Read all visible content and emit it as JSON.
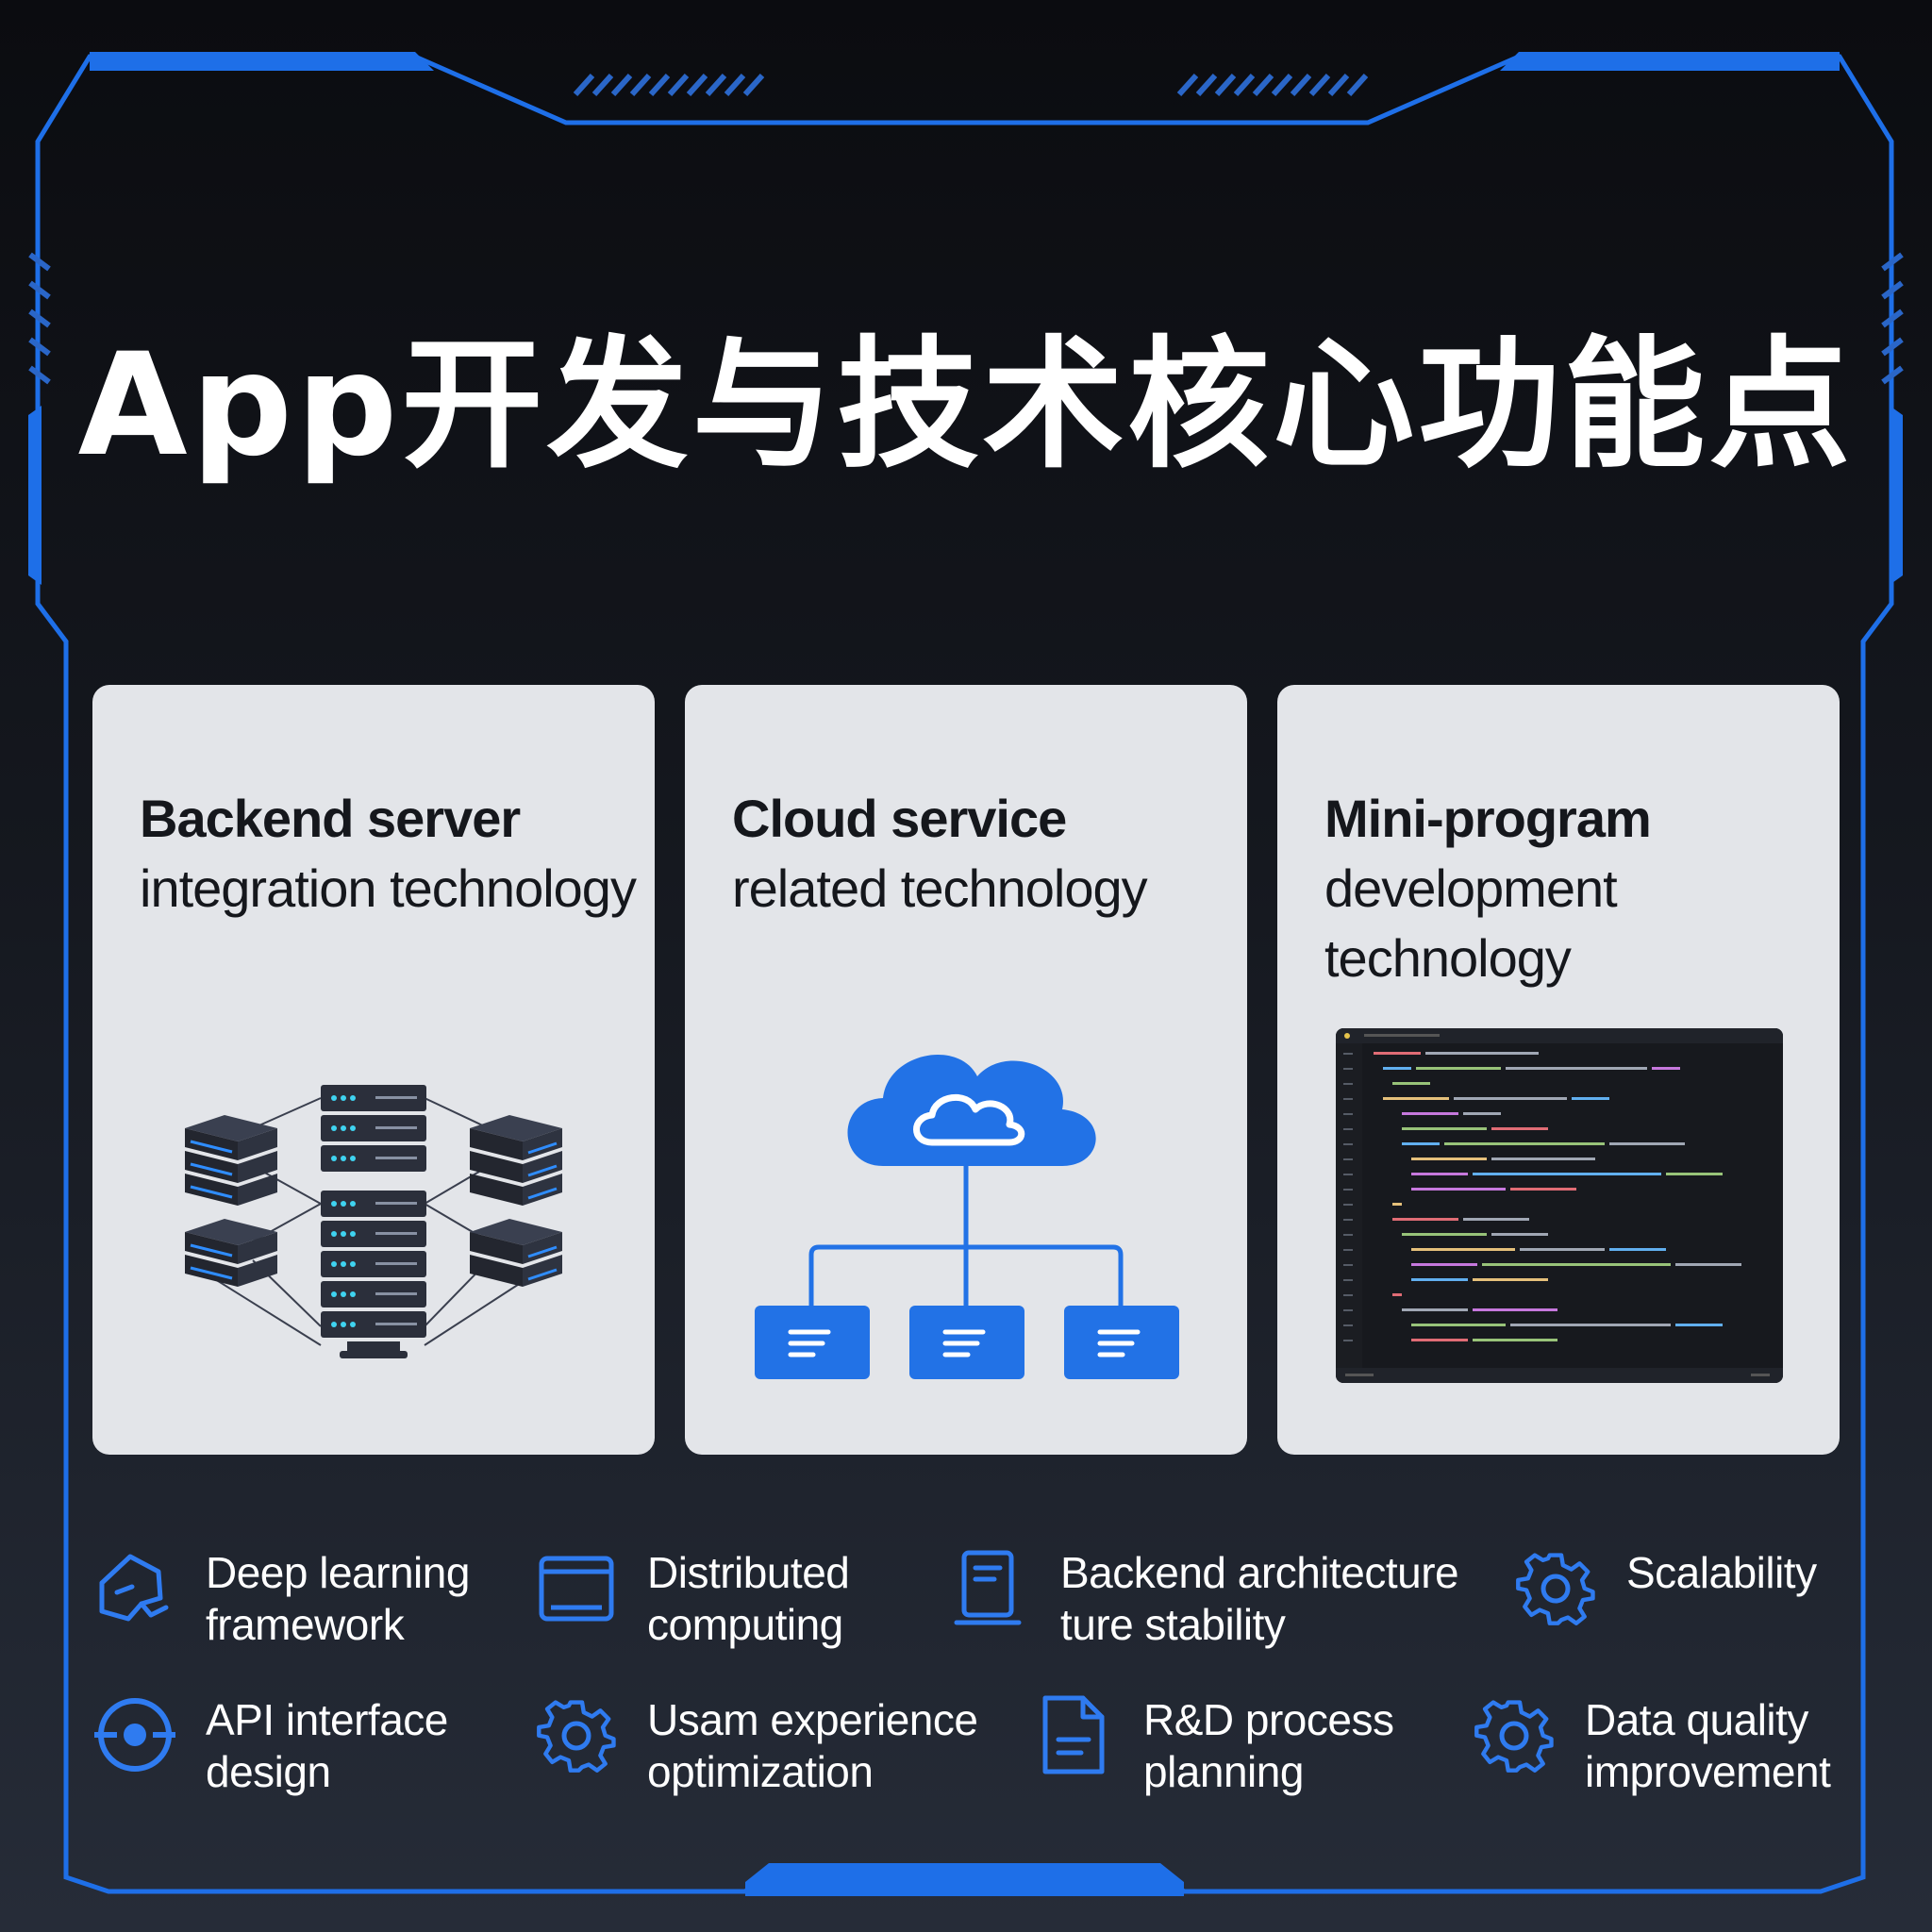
{
  "title": "App开发与技术核心功能点",
  "colors": {
    "accent": "#1e6fe8",
    "card_bg": "#e3e5e9",
    "background": "#0f1116"
  },
  "cards": [
    {
      "heading_bold": "Backend server",
      "heading_rest": "integration technology",
      "illustration": "server-cluster-icon"
    },
    {
      "heading_bold": "Cloud service",
      "heading_rest": "related technology",
      "illustration": "cloud-network-icon"
    },
    {
      "heading_bold": "Mini-program",
      "heading_rest": "development",
      "heading_rest2": "technology",
      "illustration": "code-editor-screenshot"
    }
  ],
  "features": [
    {
      "line1": "Deep learning",
      "line2": "framework",
      "icon": "brain-icon"
    },
    {
      "line1": "Distributed",
      "line2": "computing",
      "icon": "monitor-icon"
    },
    {
      "line1": "Backend architecture",
      "line2": "ture stability",
      "icon": "device-icon"
    },
    {
      "line1": "Scalability",
      "line2": "",
      "icon": "gear-icon"
    },
    {
      "line1": "API interface",
      "line2": "design",
      "icon": "target-icon"
    },
    {
      "line1": "Usam experience",
      "line2": "optimization",
      "icon": "gear-icon"
    },
    {
      "line1": "R&D process",
      "line2": "planning",
      "icon": "document-icon"
    },
    {
      "line1": "Data quality",
      "line2": "improvement",
      "icon": "gear-icon"
    }
  ]
}
